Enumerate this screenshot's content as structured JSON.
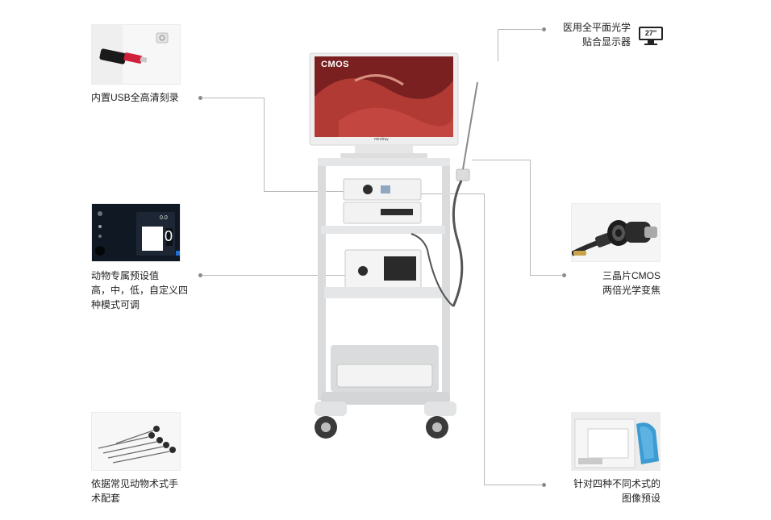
{
  "features": {
    "usb": {
      "label": "内置USB全高清刻录"
    },
    "monitor": {
      "label_line1": "医用全平面光学",
      "label_line2": "贴合显示器",
      "size_badge": "27″"
    },
    "animal": {
      "label_line1": "动物专属预设值",
      "label_line2": "高，中，低，自定义四",
      "label_line3": "种模式可调",
      "screen_value": "0.0",
      "big_digit": "0"
    },
    "camera": {
      "label_line1": "三晶片CMOS",
      "label_line2": "两倍光学变焦"
    },
    "instruments": {
      "label_line1": "依据常见动物术式手",
      "label_line2": "术配套"
    },
    "presets": {
      "label_line1": "针对四种不同术式的",
      "label_line2": "图像预设"
    }
  },
  "device": {
    "monitor_text": "CMOS",
    "monitor_brand": "mindray"
  },
  "colors": {
    "accent_red": "#d0213a",
    "accent_blue": "#1f6fd6",
    "cart_grey": "#d9dbdc",
    "leader_line": "#b9b9b9"
  }
}
